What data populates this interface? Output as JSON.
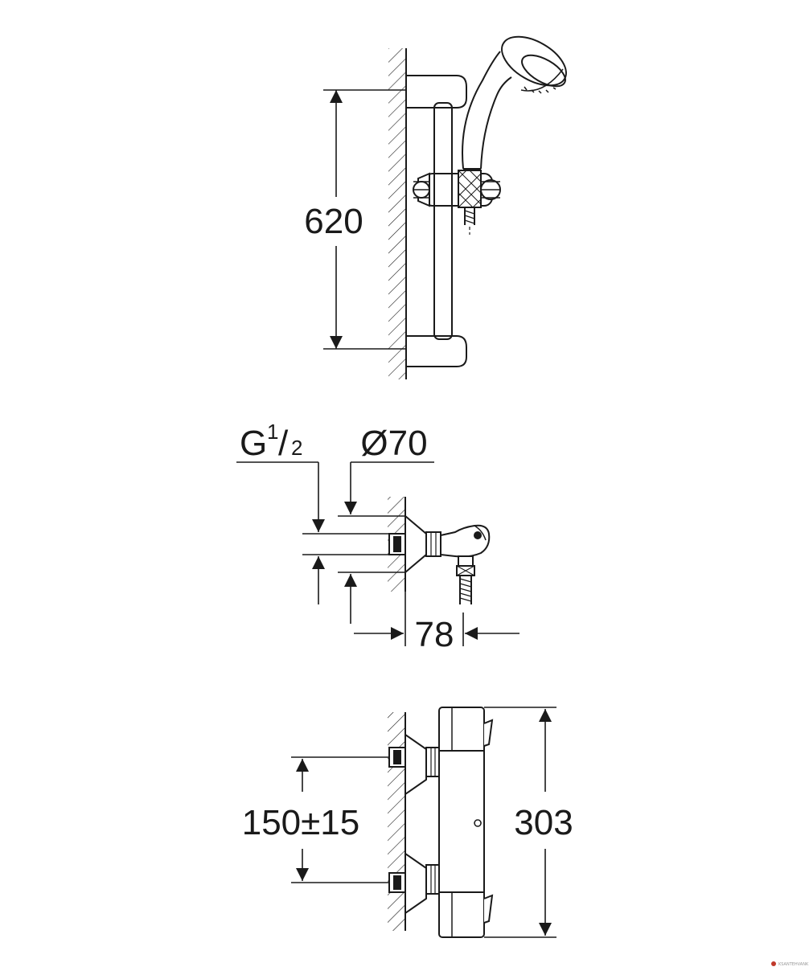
{
  "views": {
    "top": {
      "dimension_label": "620"
    },
    "middle": {
      "thread_label_main": "G",
      "thread_label_sup": "1",
      "thread_label_slash": "/",
      "thread_label_sub": "2",
      "diameter_label": "Ø70",
      "depth_label": "78"
    },
    "bottom": {
      "spacing_label": "150±15",
      "height_label": "303"
    }
  },
  "watermark": "KSANTEHVANK",
  "colors": {
    "line": "#1a1a1a",
    "watermark_logo": "#c0392b"
  }
}
